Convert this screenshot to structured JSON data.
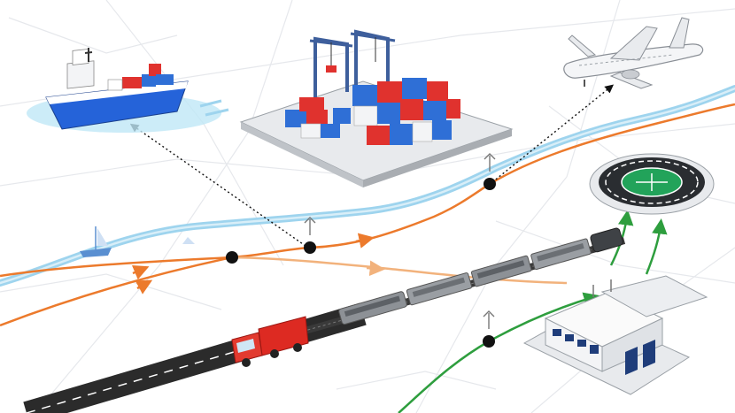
{
  "colors": {
    "background": "#ffffff",
    "map_lines": "#e6e8ec",
    "river": "#9ed4ee",
    "orange_route": "#ec7a2c",
    "orange_route_light": "#f2b27c",
    "green_route": "#2e9e3e",
    "road": "#2b2b2b",
    "rail": "#3a3a3a",
    "ship_hull": "#2563d9",
    "container_red": "#e0322e",
    "container_blue": "#2f6fd6",
    "crane": "#3e5f9c",
    "truck": "#dd2a22",
    "train_car": "#8d9196",
    "building": "#f3f4f6",
    "helipad_green": "#22a35a",
    "node": "#111111"
  },
  "icons": [
    "cargo-ship-icon",
    "container-port-icon",
    "airplane-icon",
    "helipad-icon",
    "freight-train-icon",
    "truck-icon",
    "warehouse-icon",
    "sailboat-icon",
    "antenna-icon",
    "route-node-icon",
    "direction-arrow-icon"
  ],
  "routes": [
    {
      "name": "orange-route",
      "color": "#ec7a2c"
    },
    {
      "name": "river",
      "color": "#9ed4ee"
    },
    {
      "name": "green-route",
      "color": "#2e9e3e"
    }
  ]
}
